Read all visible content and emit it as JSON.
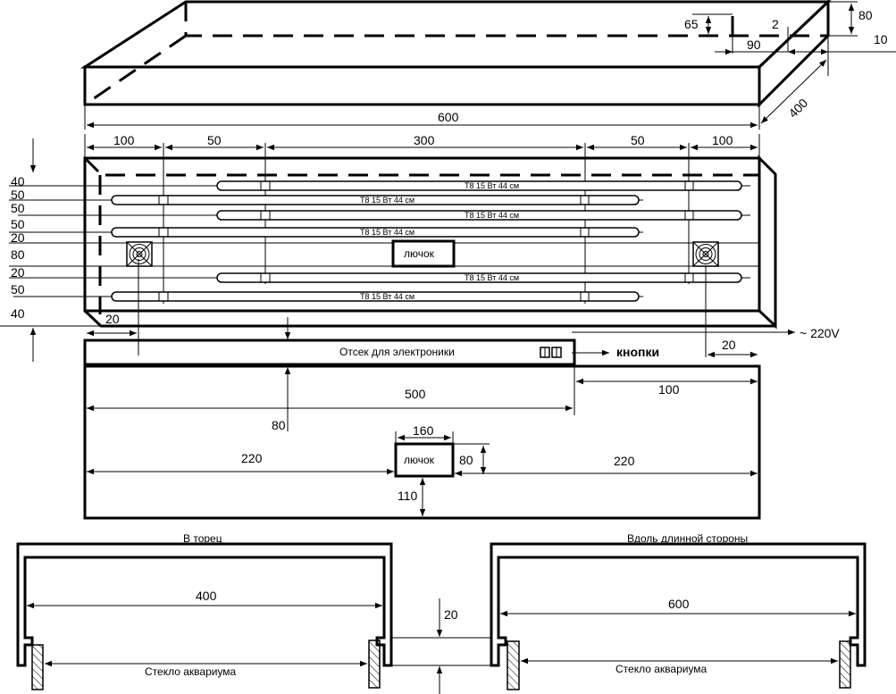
{
  "top_view": {
    "dims": {
      "length": "600",
      "depth": "400",
      "height": "80",
      "inset_65": "65",
      "inset_2": "2",
      "inset_90": "90",
      "inset_10": "10"
    }
  },
  "plan_view": {
    "top_dims": [
      "100",
      "50",
      "300",
      "50",
      "100"
    ],
    "left_dims": [
      "40",
      "50",
      "50",
      "50",
      "20",
      "80",
      "20",
      "50",
      "40"
    ],
    "lamp_label": "Т8 15 Вт 44 см",
    "hatch_label": "лючок",
    "fan_offset": "20",
    "right_offset": "20",
    "power_label": "~ 220V"
  },
  "electronics": {
    "label": "Отсек для электроники",
    "buttons_label": "кнопки"
  },
  "bottom_view": {
    "depth_80": "80",
    "dim_500": "500",
    "dim_100": "100",
    "hatch_width": "160",
    "hatch_height": "80",
    "left_220": "220",
    "right_220": "220",
    "bottom_110": "110",
    "hatch_label": "лючок"
  },
  "sections": {
    "end_title": "В торец",
    "end_width": "400",
    "long_title": "Вдоль длинной стороны",
    "long_width": "600",
    "glass_label": "Стекло аквариума",
    "gap": "20"
  }
}
